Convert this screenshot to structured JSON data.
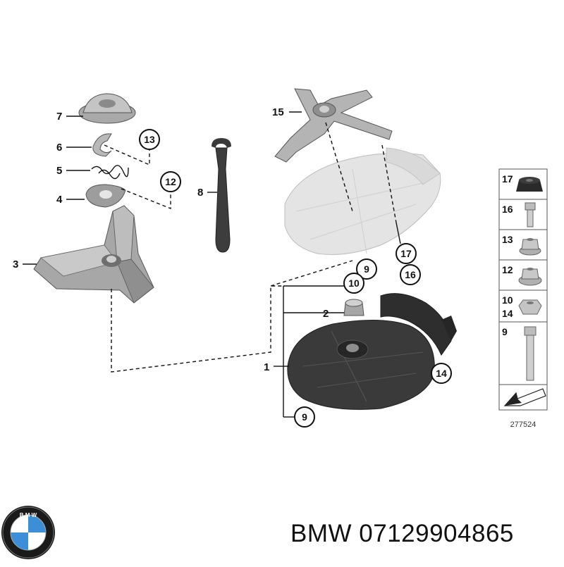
{
  "callouts": {
    "n1": "1",
    "n2": "2",
    "n3": "3",
    "n4": "4",
    "n5": "5",
    "n6": "6",
    "n7": "7",
    "n8": "8",
    "n9_top": "9",
    "n9_bottom": "9",
    "n10": "10",
    "n12": "12",
    "n13": "13",
    "n14": "14",
    "n15": "15",
    "n16": "16",
    "n17": "17"
  },
  "legend_table": {
    "rows": [
      {
        "labels": [
          "17"
        ],
        "icon": "rubber-buffer-icon"
      },
      {
        "labels": [
          "16"
        ],
        "icon": "short-bolt-icon"
      },
      {
        "labels": [
          "13"
        ],
        "icon": "flange-nut-icon"
      },
      {
        "labels": [
          "12"
        ],
        "icon": "collar-nut-icon"
      },
      {
        "labels": [
          "10",
          "14"
        ],
        "icon": "hex-nut-icon"
      },
      {
        "labels": [
          "9"
        ],
        "icon": "long-bolt-icon"
      }
    ],
    "footer_icon": "direction-arrow-icon",
    "diagram_number": "277524"
  },
  "brand": {
    "logo_icon": "bmw-logo-icon",
    "logo_letters": "BMW"
  },
  "caption": "BMW 07129904865"
}
